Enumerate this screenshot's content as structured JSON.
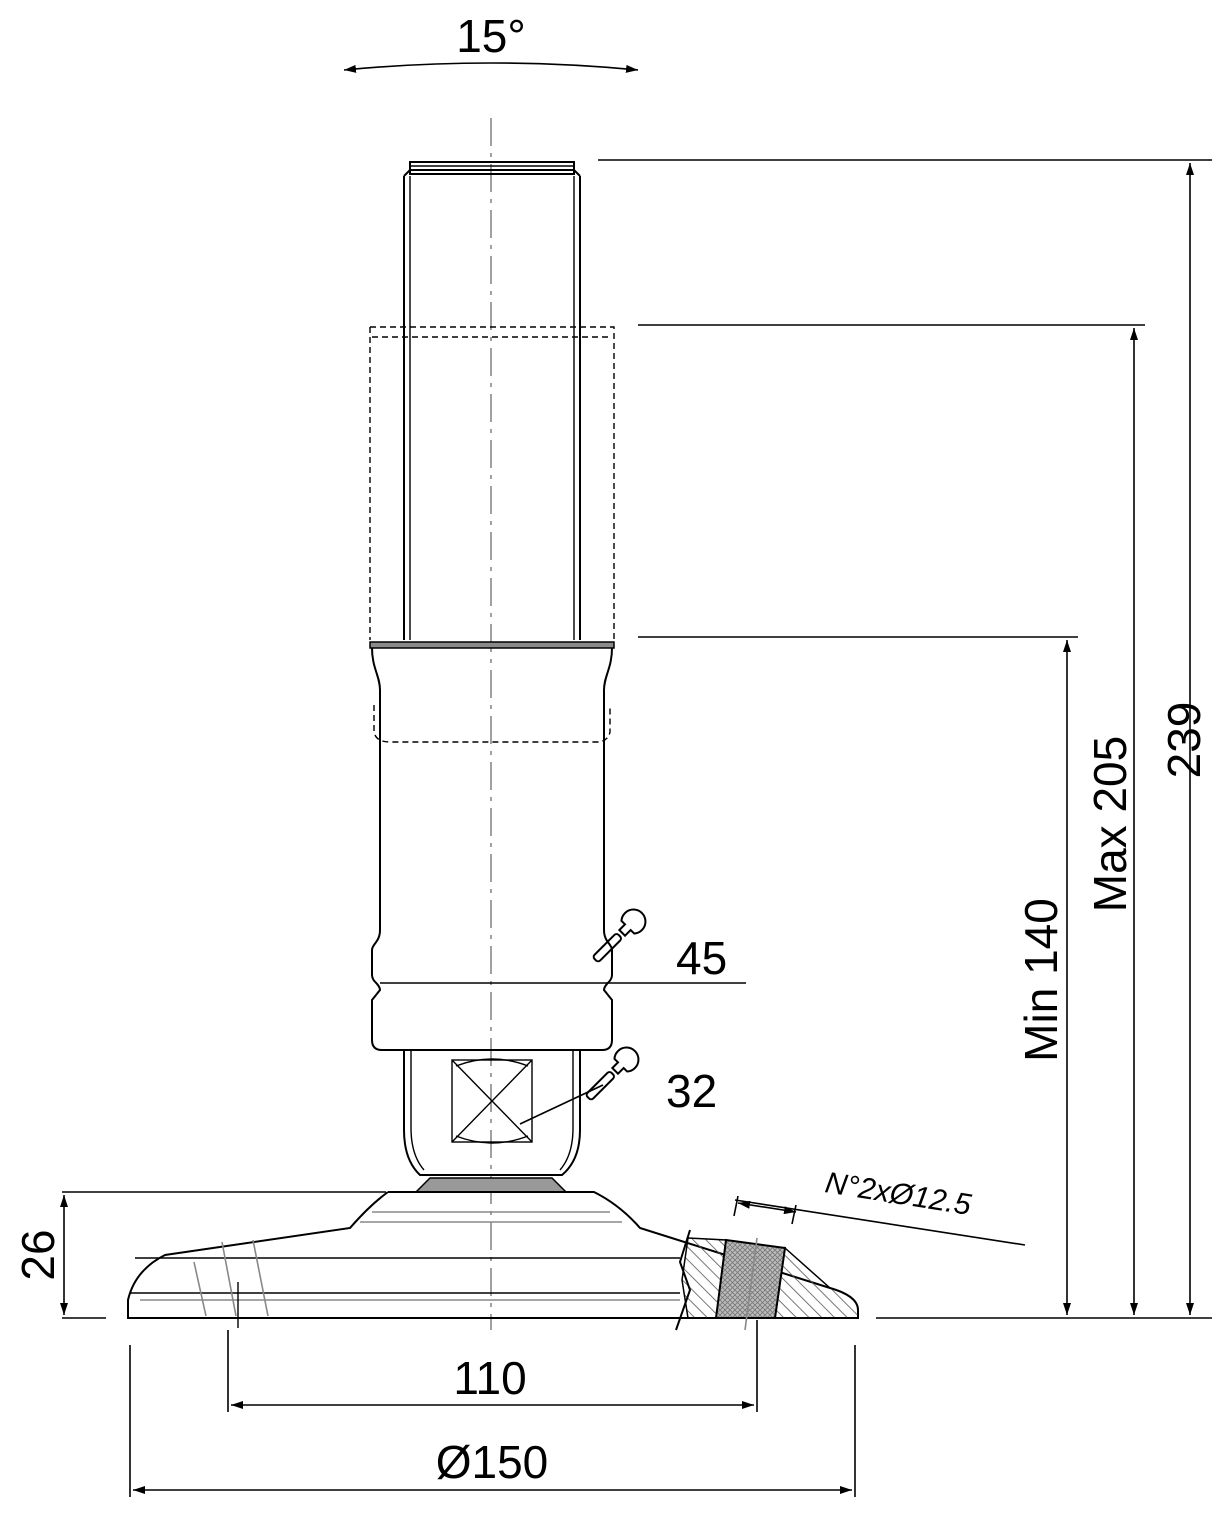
{
  "drawing": {
    "angle_label": "15°",
    "total_height_label": "239",
    "max_height_label": "Max 205",
    "min_height_label": "Min 140",
    "wrench_body_label": "45",
    "wrench_nut_label": "32",
    "base_height_label": "26",
    "hole_spacing_label": "110",
    "base_diameter_label": "Ø150",
    "holes_label": "N°2xØ12.5",
    "icons": [
      "wrench-icon",
      "wrench-icon"
    ],
    "hatch_color": "#555555",
    "gray_line_color": "#888888"
  }
}
